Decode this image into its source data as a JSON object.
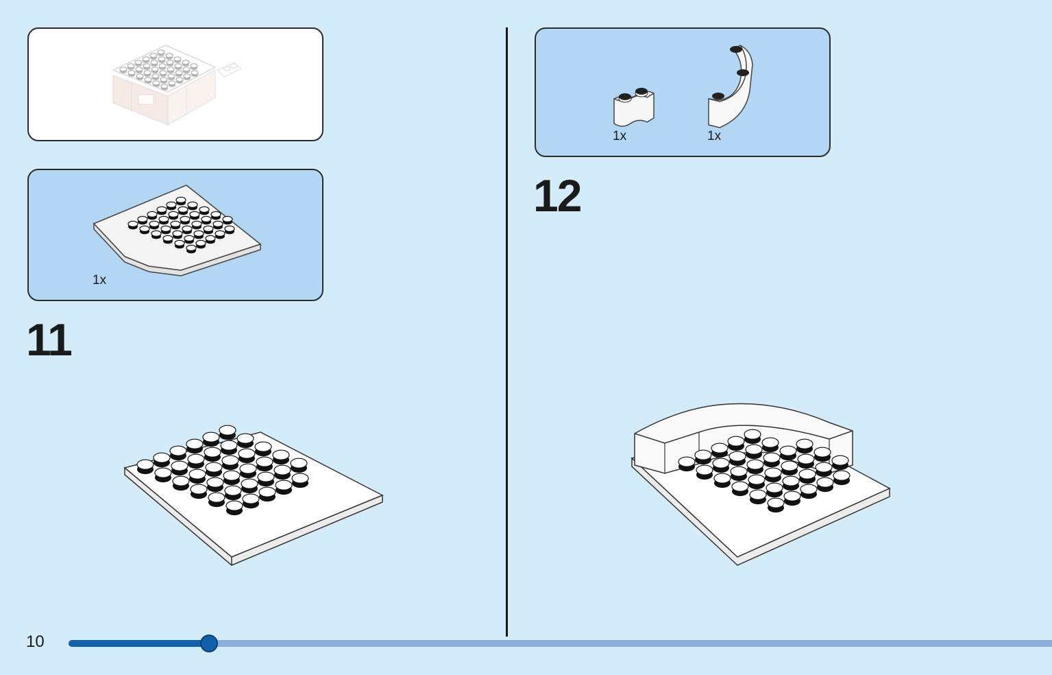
{
  "page": {
    "number": "10",
    "progress": 0.143
  },
  "steps": [
    {
      "number": "11",
      "parts": [
        {
          "name": "quarter-round-plate",
          "quantity": "1x"
        }
      ]
    },
    {
      "number": "12",
      "parts": [
        {
          "name": "curved-brick-small",
          "quantity": "1x"
        },
        {
          "name": "curved-brick-large",
          "quantity": "1x"
        }
      ]
    }
  ],
  "colors": {
    "background": "#d4ebfa",
    "parts_panel": "#b3d6f5",
    "progress_fill": "#1160a9",
    "progress_track": "#8cacdd"
  }
}
